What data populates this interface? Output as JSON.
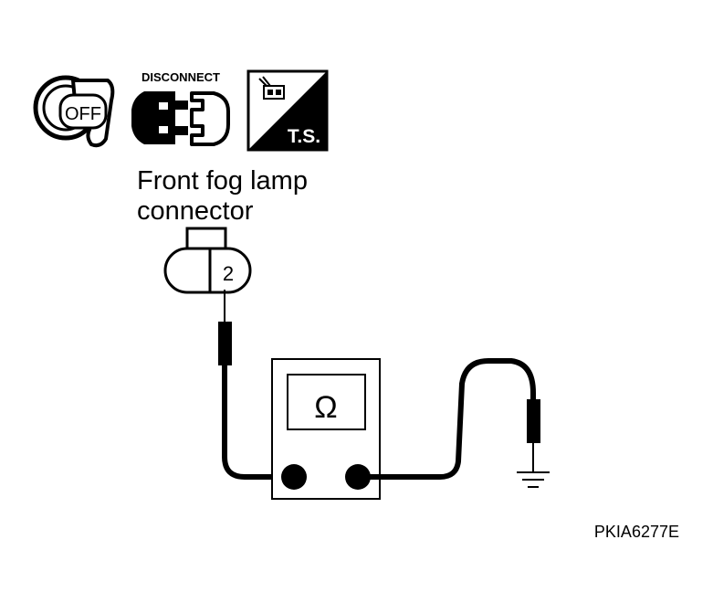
{
  "icons": {
    "ignition_key": {
      "icon": "ignition-key-icon",
      "text": "OFF"
    },
    "disconnect": {
      "icon": "disconnect-connector-icon",
      "text": "DISCONNECT"
    },
    "terminal_side": {
      "icon": "terminal-side-icon",
      "text": "T.S."
    }
  },
  "connector": {
    "label_line1": "Front fog lamp",
    "label_line2": "connector",
    "terminal": "2"
  },
  "meter": {
    "symbol": "Ω",
    "icon": "ohmmeter-icon"
  },
  "ground": {
    "icon": "ground-symbol-icon"
  },
  "figure_code": "PKIA6277E",
  "colors": {
    "ink": "#000000",
    "paper": "#ffffff"
  }
}
